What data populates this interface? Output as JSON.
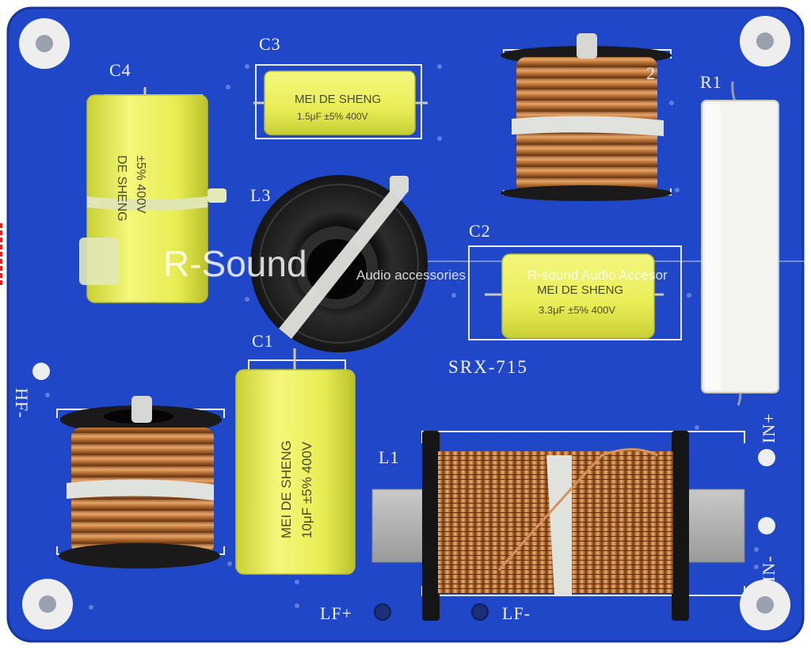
{
  "board": {
    "model": "SRX-715",
    "pcb_color": "#1f47c8",
    "terminals": {
      "hf_minus": "HF-",
      "in_plus": "IN+",
      "in_minus": "IN-",
      "lf_plus": "LF+",
      "lf_minus": "LF-"
    },
    "designators": {
      "c1": "C1",
      "c2": "C2",
      "c3": "C3",
      "c4": "C4",
      "l1": "L1",
      "l2_partial": "2",
      "l3": "L3",
      "r1": "R1"
    }
  },
  "capacitors": {
    "c3": {
      "brand": "MEI DE SHENG",
      "rating": "1.5μF ±5% 400V"
    },
    "c2": {
      "brand": "MEI DE SHENG",
      "rating": "3.3μF ±5% 400V"
    },
    "c1": {
      "brand": "MEI DE SHENG",
      "rating": "10μF ±5% 400V"
    },
    "c4": {
      "brand_partial": "DE SHENG",
      "rating_partial": "±5% 400V"
    }
  },
  "watermark": {
    "brand": "R-Sound",
    "tagline": "Audio accessories",
    "tagline_2": "R-sound Audio Accesor"
  },
  "colors": {
    "capacitor_yellow": "#eef25a",
    "copper": "#c07a3a",
    "resistor_white": "#f4f4f0",
    "core_black": "#1c1c1c"
  }
}
